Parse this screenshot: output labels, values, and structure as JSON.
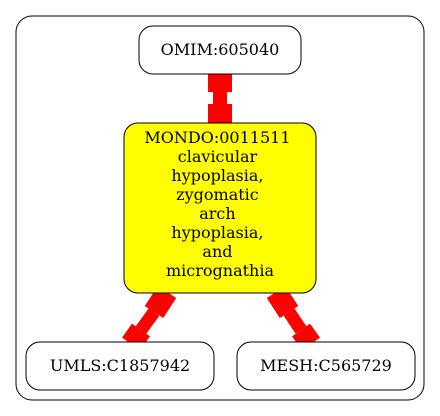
{
  "colors": {
    "edge": "#ff0000",
    "center_fill": "#ffff00",
    "node_fill": "#ffffff",
    "stroke": "#000000"
  },
  "nodes": {
    "omim": {
      "label": "OMIM:605040"
    },
    "mondo": {
      "lines": [
        "MONDO:0011511",
        "clavicular",
        "hypoplasia,",
        "zygomatic",
        "arch",
        "hypoplasia,",
        "and",
        "micrognathia"
      ]
    },
    "umls": {
      "label": "UMLS:C1857942"
    },
    "mesh": {
      "label": "MESH:C565729"
    }
  }
}
